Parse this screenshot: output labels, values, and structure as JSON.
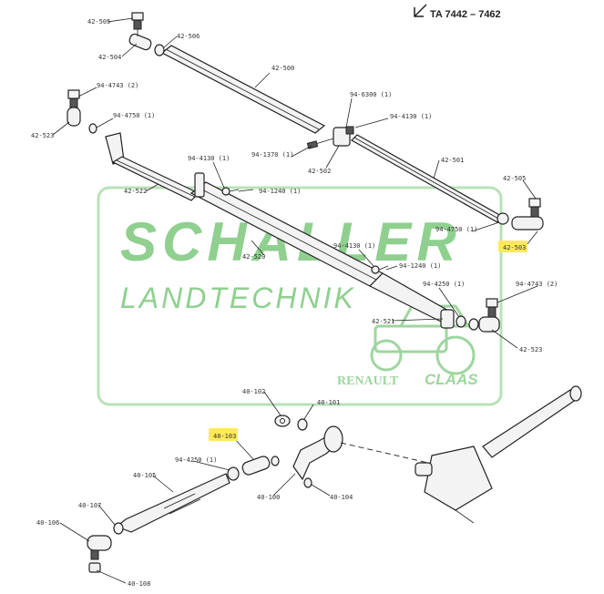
{
  "header": {
    "ref_text": "TA  7442 – 7462"
  },
  "watermark": {
    "brand": "SCHALLER",
    "subtitle": "LANDTECHNIK",
    "logo1": "RENAULT",
    "logo2": "CLAAS"
  },
  "labels": {
    "l42_505_top": "42-505",
    "l42_506": "42-506",
    "l42_504": "42-504",
    "l42_500": "42-500",
    "l94_4743_2_left": "94-4743 (2)",
    "l94_4750_1_left": "94-4750 (1)",
    "l42_523_left": "42-523",
    "l94_6300": "94-6300 (1)",
    "l94_4130_top": "94-4130 (1)",
    "l94_1370": "94-1370 (1)",
    "l42_502": "42-502",
    "l42_501": "42-501",
    "l42_505_right": "42-505",
    "l94_4130_mid": "94-4130 (1)",
    "l94_1240_mid": "94-1240 (1)",
    "l42_522": "42-522",
    "l94_4750_1_right": "94-4750 (1)",
    "l42_503": "42-503",
    "l42_520": "42-520",
    "l94_4130_low": "94-4130 (1)",
    "l94_1240_low": "94-1240 (1)",
    "l94_4250_low": "94-4250 (1)",
    "l94_4743_2_right": "94-4743 (2)",
    "l42_521": "42-521",
    "l42_523_right": "42-523",
    "l40_102": "40-102",
    "l40_101": "40-101",
    "l40_103": "40-103",
    "l94_4250_bottom": "94-4250 (1)",
    "l40_105": "40-105",
    "l40_100": "40-100",
    "l40_104": "40-104",
    "l40_107": "40-107",
    "l40_106": "40-106",
    "l40_108": "40-108"
  },
  "colors": {
    "highlight": "#ffe95a",
    "watermark": "#8fd08f",
    "ink": "#222222"
  }
}
